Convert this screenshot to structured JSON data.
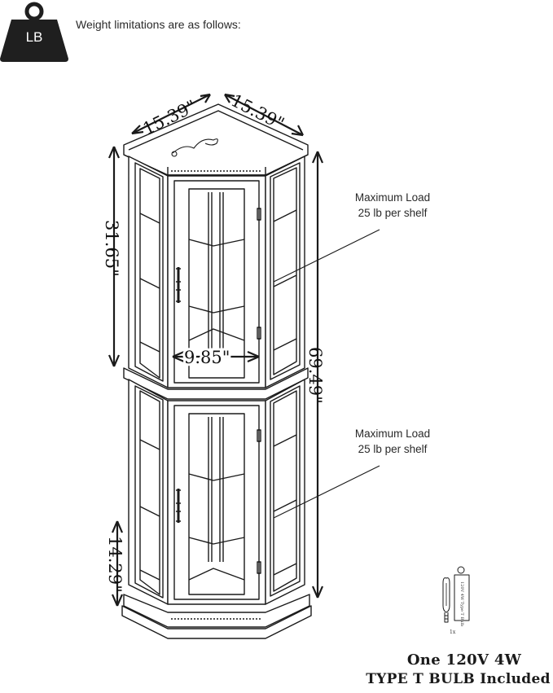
{
  "header": {
    "badge_label": "LB",
    "title": "Weight limitations are as follows:"
  },
  "dimensions": {
    "top_depth_left": "15.39\"",
    "top_depth_right": "15.39\"",
    "upper_height": "31.65\"",
    "inner_width": "9.85\"",
    "total_height": "69.49\"",
    "base_height": "14.29\""
  },
  "load_notes": [
    {
      "line1": "Maximum Load",
      "line2": "25 lb per shelf"
    },
    {
      "line1": "Maximum Load",
      "line2": "25 lb per shelf"
    }
  ],
  "bulb": {
    "package_text": "120V 4W Type T Bulb",
    "quantity": "1x",
    "caption_line1": "One 120V 4W",
    "caption_line2": "TYPE T BULB Included"
  },
  "colors": {
    "ink": "#1a1a1a",
    "badge": "#1f1f1f",
    "background": "#ffffff"
  }
}
